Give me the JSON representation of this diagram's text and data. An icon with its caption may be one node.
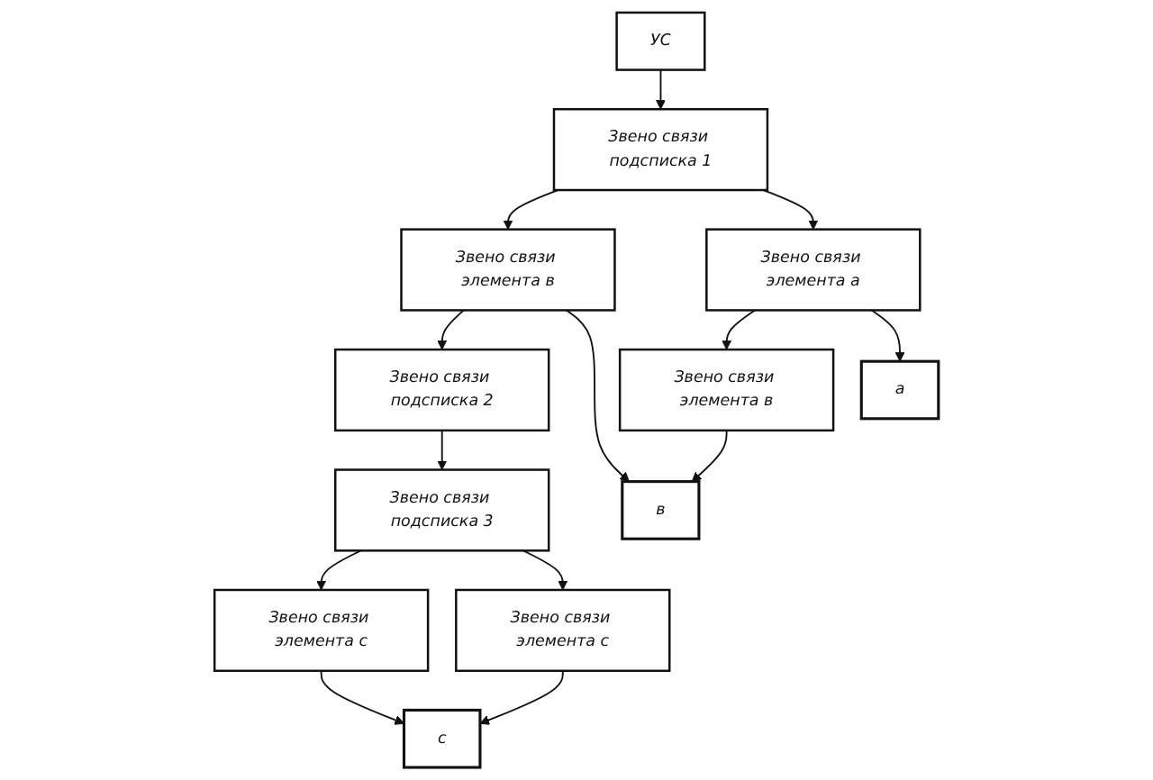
{
  "diagram": {
    "nodes": [
      {
        "text": [
          "УС"
        ]
      },
      {
        "text": [
          "Звено связи подсписка 1"
        ]
      },
      {
        "text": [
          "Звено связи элемента в"
        ]
      },
      {
        "text": [
          "Звено связи подсписка 2"
        ]
      },
      {
        "text": [
          "Звено связи элемента а"
        ]
      },
      {
        "text": [
          "Звено связи элемента в"
        ]
      },
      {
        "text": [
          "Звено связи подсписка 3"
        ]
      },
      {
        "text": [
          "Звено связи элемента с"
        ]
      },
      {
        "text": [
          "Звено связи элемента с"
        ]
      },
      {
        "text": [
          "а"
        ]
      },
      {
        "text": [
          "в"
        ]
      },
      {
        "text": [
          "с"
        ]
      }
    ],
    "edges": [
      {
        "from": 0,
        "to": 1,
        "arrow": "to"
      },
      {
        "from": 1,
        "to": 2,
        "arrow": "to"
      },
      {
        "from": 2,
        "to": 3,
        "arrow": "to"
      },
      {
        "from": 1,
        "to": 4,
        "arrow": "to"
      },
      {
        "from": 4,
        "to": 5,
        "arrow": "to"
      },
      {
        "from": 4,
        "to": 9,
        "arrow": "to"
      },
      {
        "from": 5,
        "to": 10,
        "arrow": "to"
      },
      {
        "from": 2,
        "to": 10,
        "arrow": "to"
      },
      {
        "from": 3,
        "to": 6,
        "arrow": "to"
      },
      {
        "from": 6,
        "to": 7,
        "arrow": "to"
      },
      {
        "from": 6,
        "to": 8,
        "arrow": "to"
      },
      {
        "from": 8,
        "to": 11,
        "arrow": "to"
      },
      {
        "from": 7,
        "to": 11,
        "arrow": "to"
      }
    ]
  }
}
